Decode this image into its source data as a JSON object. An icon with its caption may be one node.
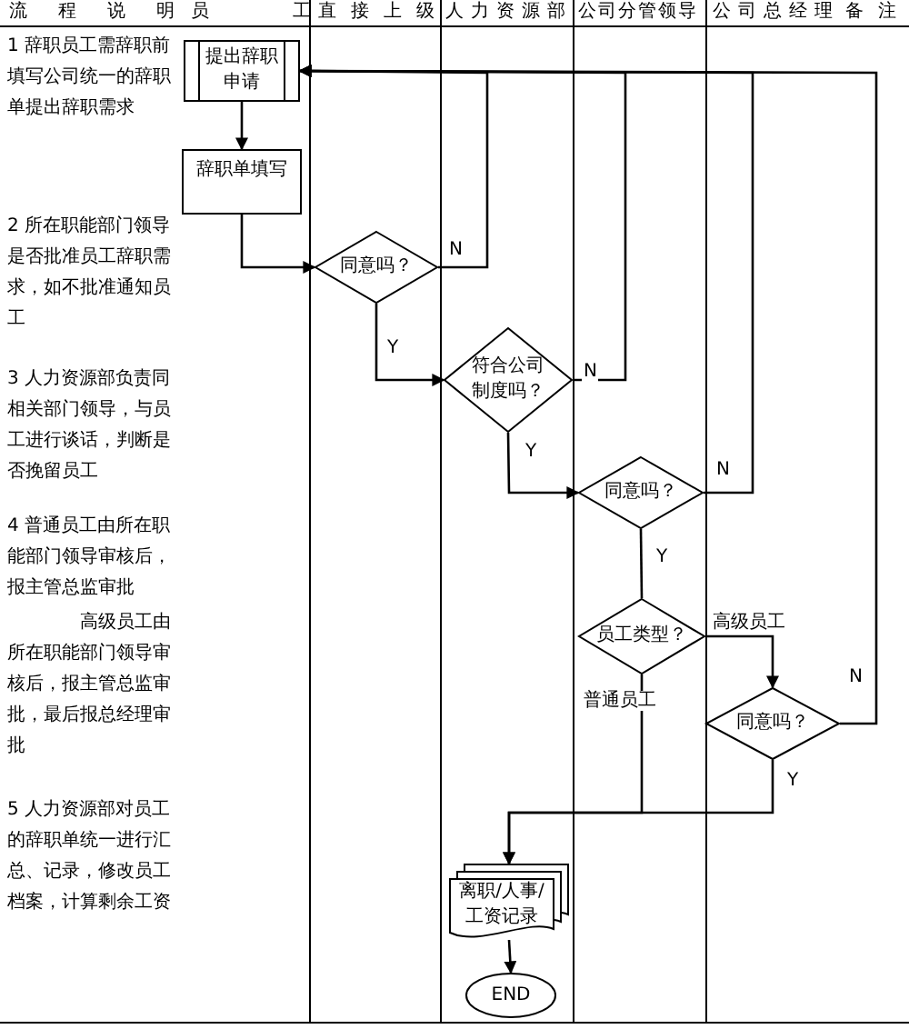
{
  "diagram": {
    "nodes": [
      {
        "text": [
          "提出辞职申请"
        ]
      },
      {
        "text": [
          "辞职单填写"
        ]
      },
      {
        "text": [
          "同意吗？"
        ]
      },
      {
        "text": [
          "符合公司制度吗？"
        ]
      },
      {
        "text": [
          "同意吗？"
        ]
      },
      {
        "text": [
          "员工类型？"
        ]
      },
      {
        "text": [
          "同意吗？"
        ]
      },
      {
        "text": [
          "离职/人事/工资记录"
        ]
      },
      {
        "text": [
          "END"
        ]
      }
    ],
    "edges": [
      {
        "from": 0,
        "to": 1,
        "arrow": "to"
      },
      {
        "from": 1,
        "to": 2,
        "arrow": "to"
      },
      {
        "from": 2,
        "to": 0,
        "arrow": "to",
        "label": "N"
      },
      {
        "from": 2,
        "to": 3,
        "arrow": "to",
        "label": "Y"
      },
      {
        "from": 3,
        "to": 0,
        "arrow": "to",
        "label": "N"
      },
      {
        "from": 3,
        "to": 4,
        "arrow": "to",
        "label": "Y"
      },
      {
        "from": 4,
        "to": 0,
        "arrow": "to",
        "label": "N"
      },
      {
        "from": 4,
        "to": 5,
        "arrow": "none",
        "label": "Y"
      },
      {
        "from": 5,
        "to": 6,
        "arrow": "to",
        "label": "高级员工"
      },
      {
        "from": 5,
        "to": 7,
        "arrow": "to",
        "label": "普通员工"
      },
      {
        "from": 6,
        "to": 7,
        "arrow": "to",
        "label": "Y"
      },
      {
        "from": 6,
        "to": 0,
        "arrow": "to",
        "label": "N"
      },
      {
        "from": 7,
        "to": 8,
        "arrow": "to"
      }
    ],
    "labels": [
      "流程说明",
      "员工",
      "直接上级",
      "人力资源部",
      "公司分管领导",
      "公司总经理",
      "备注",
      "1 辞职员工需辞职前填写公司统一的辞职单提出辞职需求",
      "2 所在职能部门领导是否批准员工辞职需求，如不批准通知员工",
      "3 人力资源部负责同相关部门领导，与员工进行谈话，判断是否挽留员工",
      "4 普通员工由所在职能部门领导审核后，报主管总监审批",
      "高级员工由所在职能部门领导审核后，报主管总监审批，最后报总经理审批",
      "5 人力资源部对员工的辞职单统一进行汇总、记录，修改员工档案，计算剩余工资"
    ]
  }
}
